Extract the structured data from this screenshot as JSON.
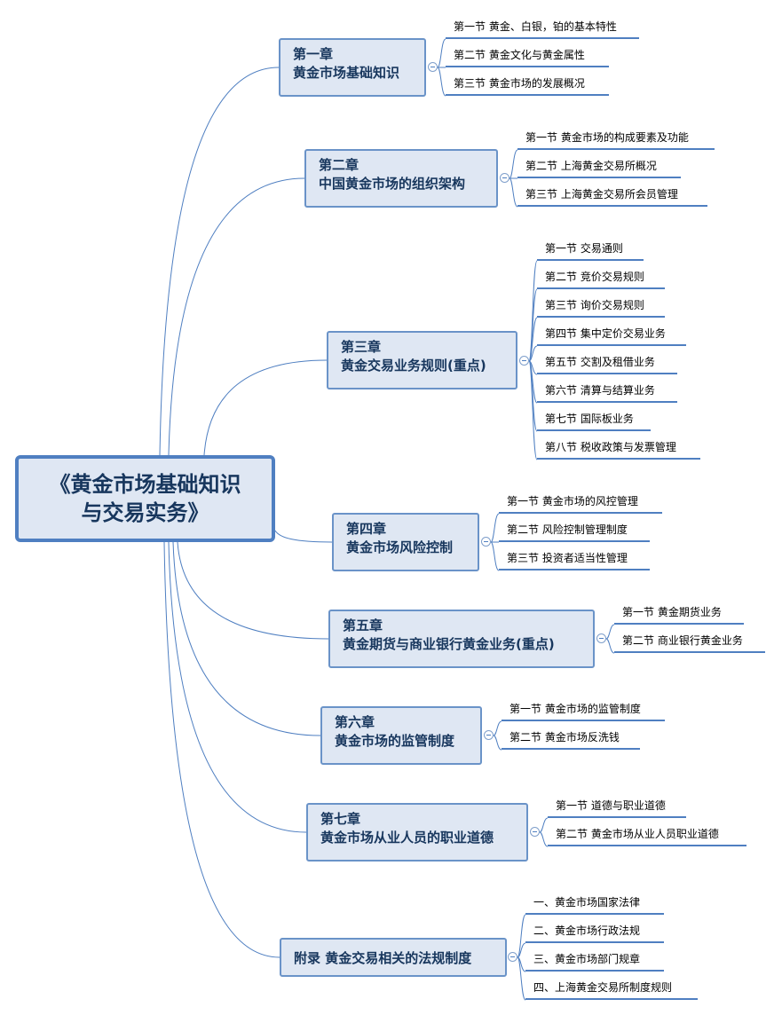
{
  "central": {
    "line1": "《黄金市场基础知识",
    "line2": "与交易实务》"
  },
  "chapters": [
    {
      "title": "第一章",
      "subtitle": "黄金市场基础知识",
      "sections": [
        "第一节 黄金、白银，铂的基本特性",
        "第二节 黄金文化与黄金属性",
        "第三节 黄金市场的发展概况"
      ]
    },
    {
      "title": "第二章",
      "subtitle": "中国黄金市场的组织架构",
      "sections": [
        "第一节 黄金市场的构成要素及功能",
        "第二节 上海黄金交易所概况",
        "第三节  上海黄金交易所会员管理"
      ]
    },
    {
      "title": "第三章",
      "subtitle": "黄金交易业务规则(重点)",
      "sections": [
        "第一节 交易通则",
        "第二节 竞价交易规则",
        "第三节 询价交易规则",
        "第四节 集中定价交易业务",
        "第五节 交割及租借业务",
        "第六节 清算与结算业务",
        "第七节 国际板业务",
        "第八节 税收政策与发票管理"
      ]
    },
    {
      "title": "第四章",
      "subtitle": "黄金市场风险控制",
      "sections": [
        "第一节 黄金市场的风控管理",
        "第二节 风险控制管理制度",
        "第三节 投资者适当性管理"
      ]
    },
    {
      "title": "第五章",
      "subtitle": "黄金期货与商业银行黄金业务(重点)",
      "sections": [
        "第一节 黄金期货业务",
        "第二节 商业银行黄金业务"
      ]
    },
    {
      "title": "第六章",
      "subtitle": "黄金市场的监管制度",
      "sections": [
        "第一节 黄金市场的监管制度",
        "第二节 黄金市场反洗钱"
      ]
    },
    {
      "title": "第七章",
      "subtitle": "黄金市场从业人员的职业道德",
      "sections": [
        "第一节 道德与职业道德",
        "第二节 黄金市场从业人员职业道德"
      ]
    },
    {
      "title": "附录 黄金交易相关的法规制度",
      "subtitle": "",
      "sections": [
        "一、黄金市场国家法律",
        "二、黄金市场行政法规",
        "三、黄金市场部门规章",
        "四、上海黄金交易所制度规则"
      ]
    }
  ],
  "colors": {
    "line": "#4f7fc1",
    "box_fill": "#dfe7f3",
    "box_border": "#6a93c8",
    "text": "#17365d"
  }
}
